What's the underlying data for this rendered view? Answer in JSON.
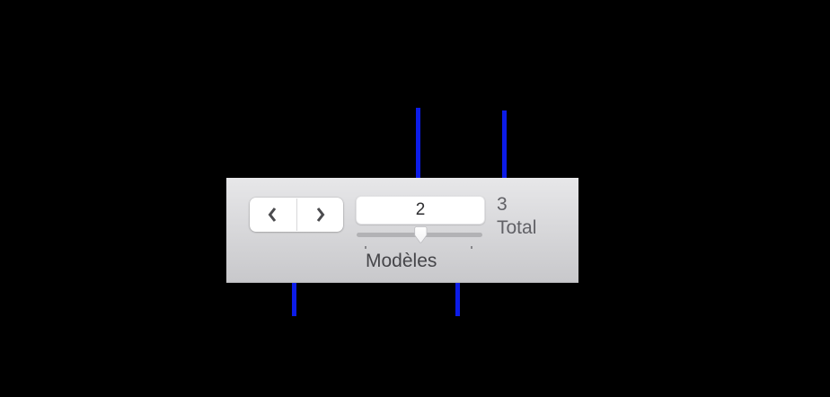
{
  "colors": {
    "annotation_blue": "#0c1ce8"
  },
  "toolbar": {
    "nav": {
      "previous_icon": "chevron-left",
      "next_icon": "chevron-right"
    },
    "models_field": {
      "value": "2"
    },
    "models_slider": {
      "label": "Modèles",
      "value": 2
    },
    "total": {
      "count": "3",
      "label": "Total"
    }
  }
}
